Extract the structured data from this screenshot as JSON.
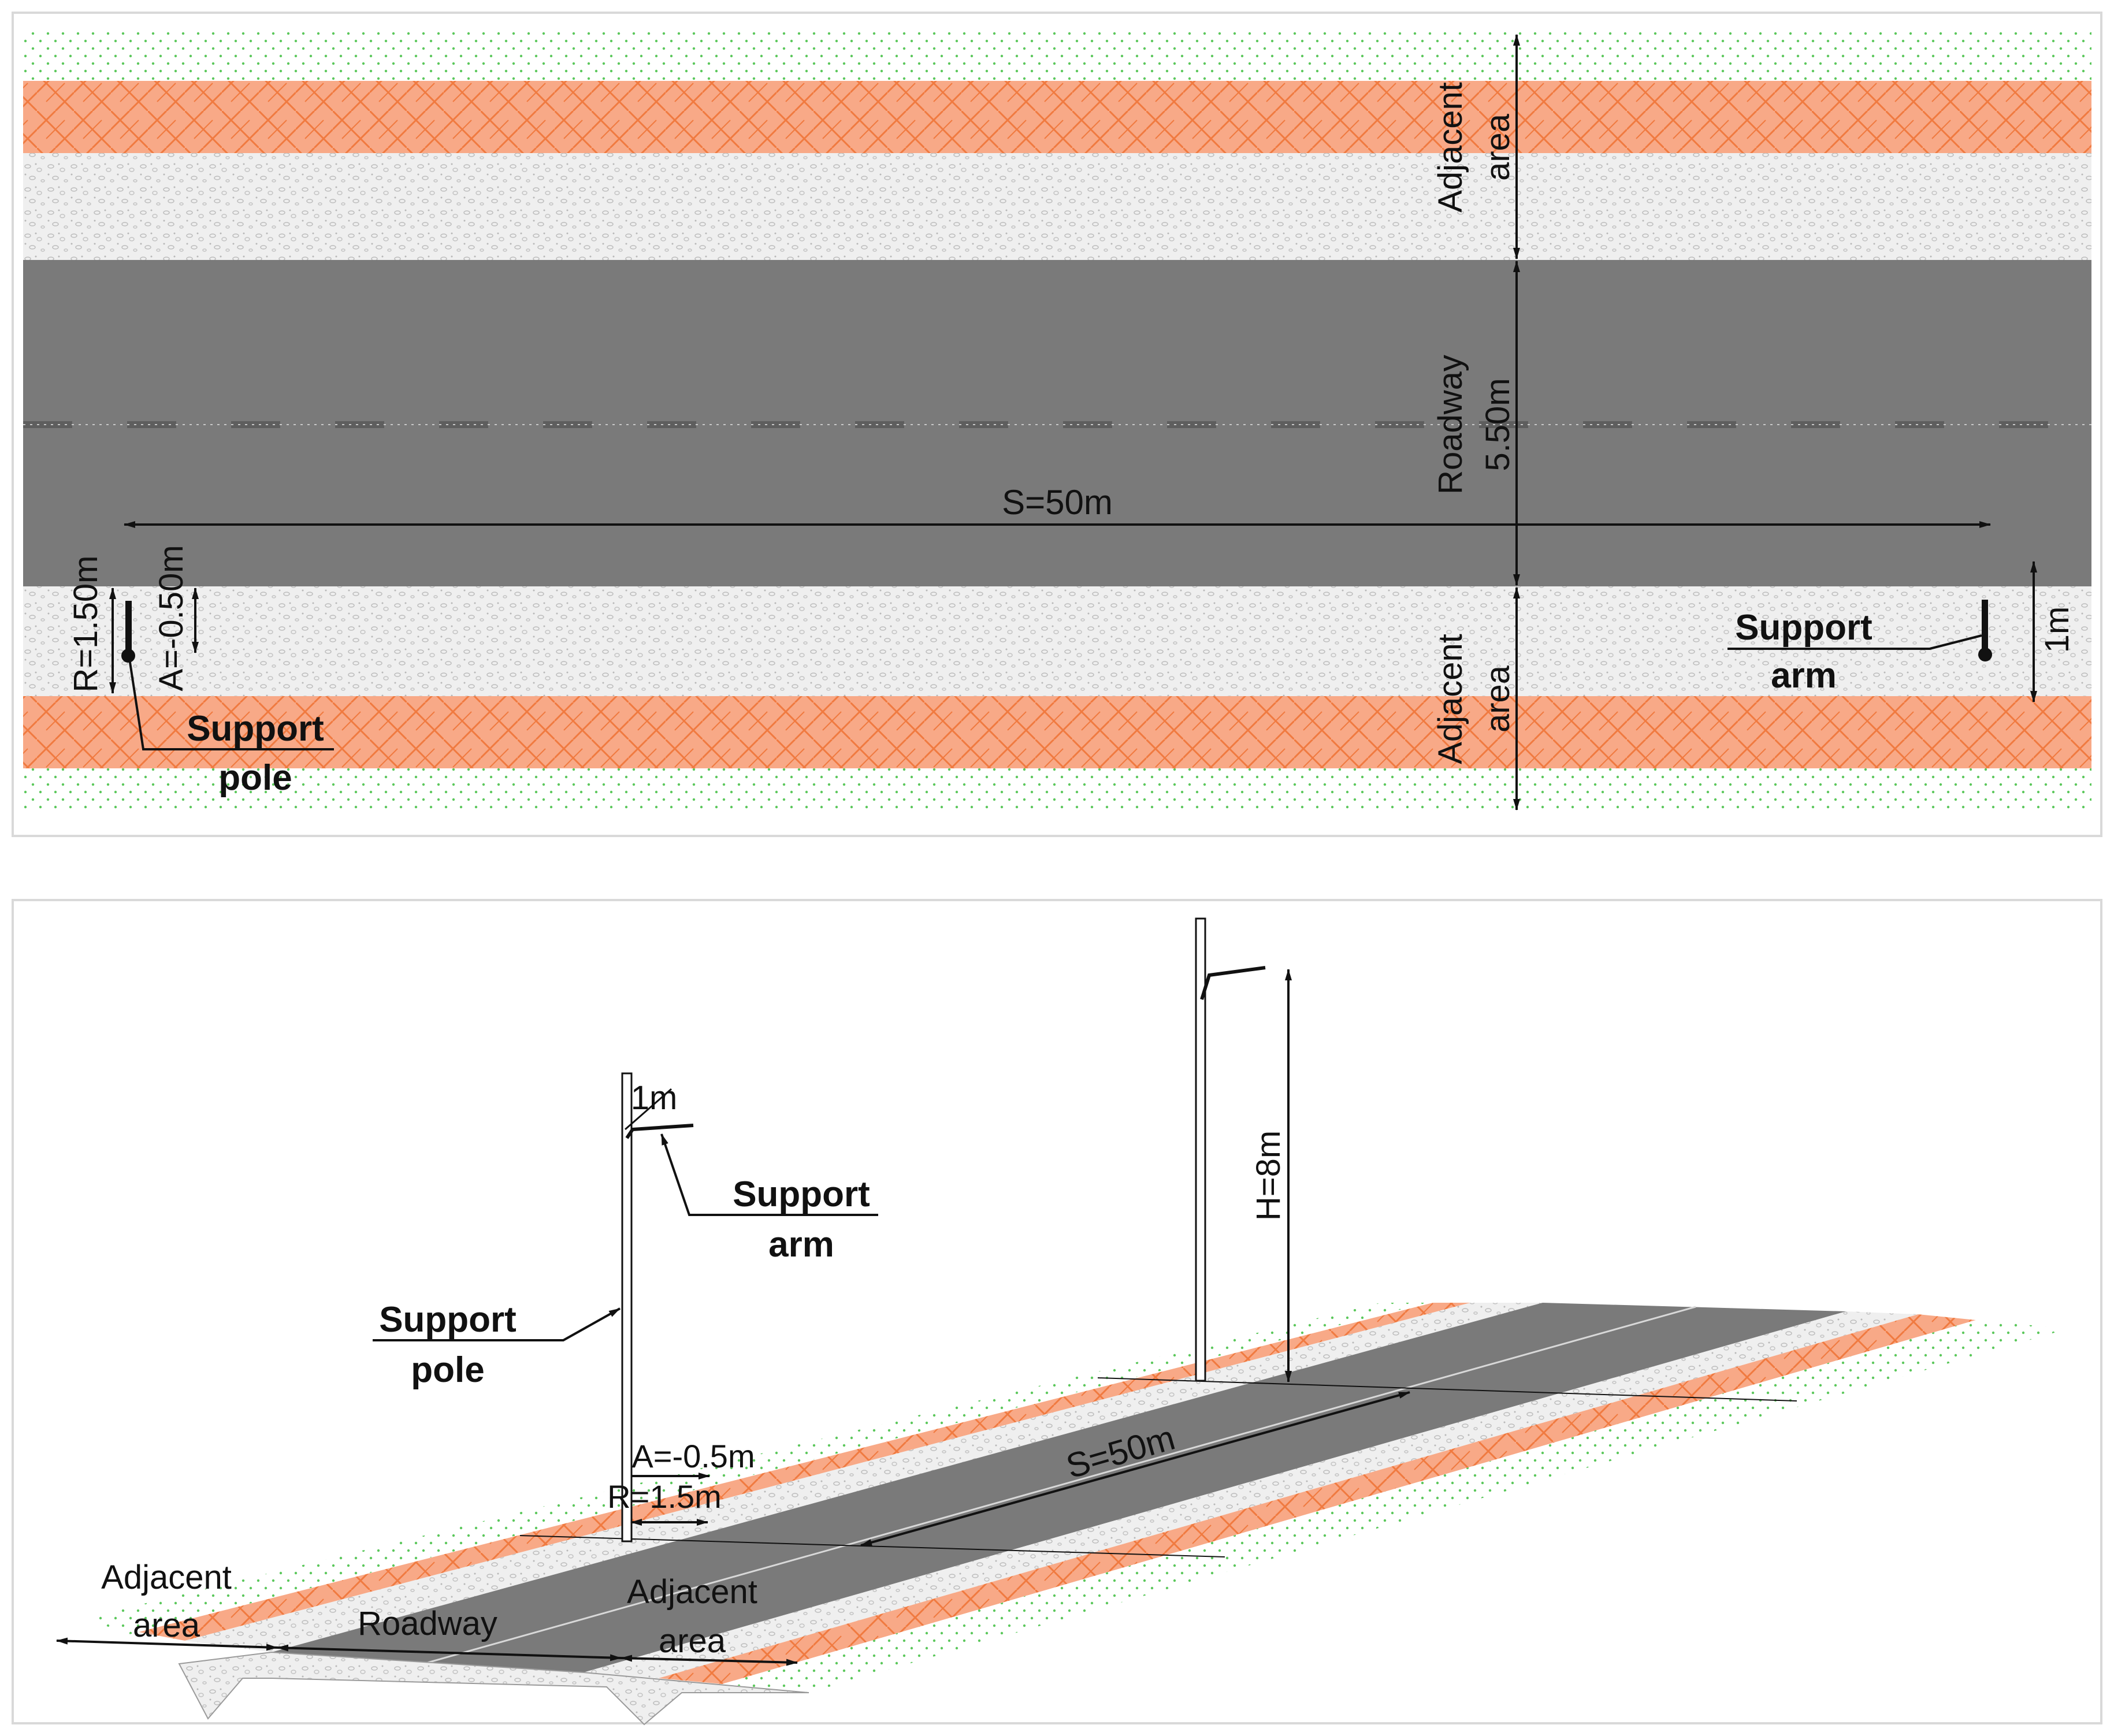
{
  "plan_view": {
    "labels": {
      "adjacent_area_top": [
        "Adjacent",
        "area"
      ],
      "roadway": [
        "Roadway",
        "5.50m"
      ],
      "spacing": "S=50m",
      "adjacent_area_bottom": [
        "Adjacent",
        "area"
      ],
      "overhang_R": "R=1.50m",
      "setback_A": "A=-0.50m",
      "support_pole": [
        "Support",
        "pole"
      ],
      "support_arm": [
        "Support",
        "arm"
      ],
      "arm_length": "1m"
    }
  },
  "perspective_view": {
    "labels": {
      "arm_length": "1m",
      "support_arm": [
        "Support",
        "arm"
      ],
      "support_pole": [
        "Support",
        "pole"
      ],
      "height": "H=8m",
      "setback_A": "A=-0.5m",
      "overhang_R": "R=1.5m",
      "spacing": "S=50m",
      "adjacent_area_left": [
        "Adjacent",
        "area"
      ],
      "roadway": "Roadway",
      "adjacent_area_right": [
        "Adjacent",
        "area"
      ]
    }
  },
  "colors": {
    "asphalt": "#7a7a7a",
    "brick": "#f8a987",
    "brick_line": "#f07a40",
    "gravel": "#ececec",
    "grass_dot": "#5cc85c",
    "centerline": "#5e5e5e"
  }
}
